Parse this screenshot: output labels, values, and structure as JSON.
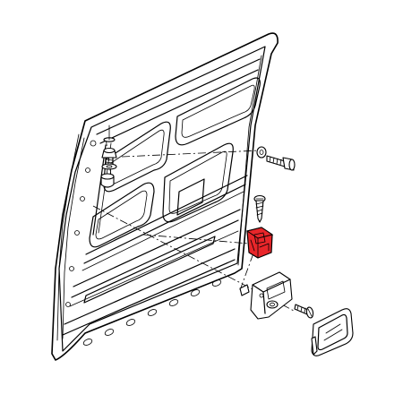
{
  "diagram": {
    "highlight_color": "#e8262a",
    "outline_color": "#000000",
    "background_color": "#ffffff",
    "parts": [
      {
        "name": "door-panel",
        "icon": "sliding-door-inner-panel"
      },
      {
        "name": "mounting-bolt",
        "icon": "bolt-with-washer"
      },
      {
        "name": "rubber-bumper",
        "icon": "bumper-stop"
      },
      {
        "name": "screw",
        "icon": "self-tapping-screw"
      },
      {
        "name": "lock-striker-block",
        "icon": "striker-block",
        "highlighted": true
      },
      {
        "name": "striker-plate",
        "icon": "guide-plate"
      },
      {
        "name": "plate-screw",
        "icon": "screw"
      },
      {
        "name": "cover-cap",
        "icon": "trim-cap"
      }
    ]
  }
}
